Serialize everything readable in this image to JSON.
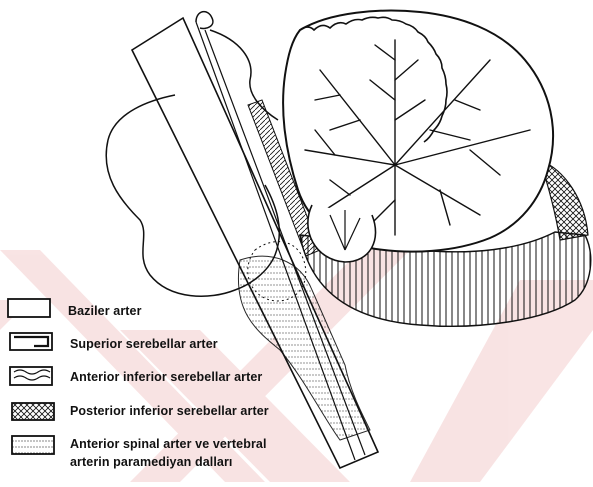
{
  "legend": {
    "items": [
      {
        "label": "Baziler arter",
        "pattern": "blank"
      },
      {
        "label": "Superior serebellar arter",
        "pattern": "bracket"
      },
      {
        "label": "Anterior inferior serebellar arter",
        "pattern": "wavy"
      },
      {
        "label": "Posterior inferior serebellar arter",
        "pattern": "cross-hatch"
      },
      {
        "label": "Anterior spinal arter ve vertebral",
        "label2": "arterin paramediyan dalları",
        "pattern": "horizontal-lines"
      }
    ]
  },
  "colors": {
    "ink": "#111111",
    "watermark": "#f7dede",
    "background": "#ffffff"
  }
}
